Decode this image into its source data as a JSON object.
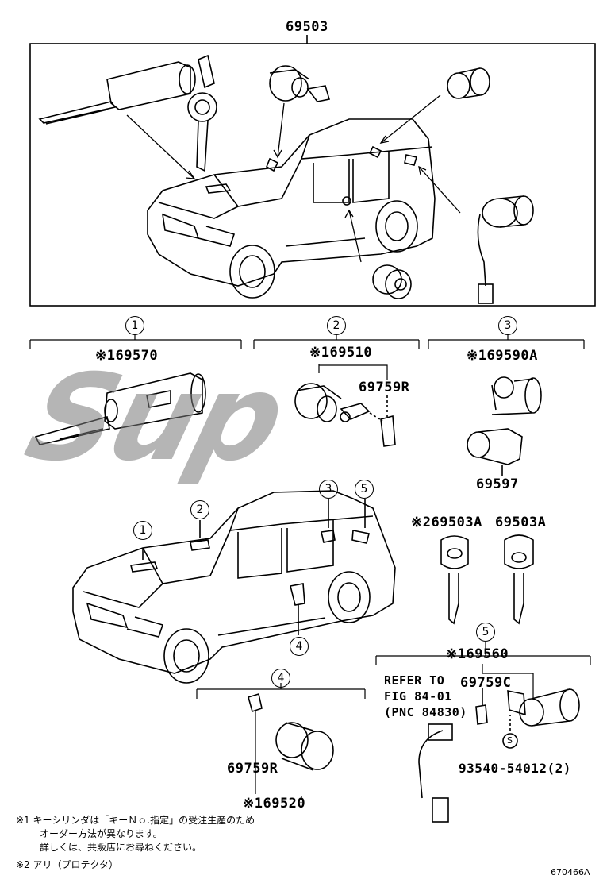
{
  "diagram": {
    "top_part": "69503",
    "sections": [
      {
        "id": "1",
        "part": "※169570"
      },
      {
        "id": "2",
        "part": "※169510",
        "sub": "69759R"
      },
      {
        "id": "3",
        "part": "※169590A",
        "sub": "69597"
      },
      {
        "id": "4",
        "part": "※169520",
        "sub": "69759R"
      },
      {
        "id": "5",
        "part": "※169560",
        "sub": "69759C",
        "bolt": "93540-54012(2)"
      }
    ],
    "keys": {
      "left": "※269503A",
      "right": "69503A"
    },
    "refer": [
      "REFER TO",
      "FIG 84-01",
      "(PNC 84830)"
    ],
    "callouts": [
      "1",
      "2",
      "3",
      "5",
      "4"
    ],
    "bolt_symbol": "S",
    "notes": [
      "※1 キーシリンダは「キーＮｏ.指定」の受注生産のため",
      "オーダー方法が異なります。",
      "詳しくは、共販店にお尋ねください。",
      "※2 アリ（プロテクタ）"
    ],
    "figure_code": "670466A",
    "watermark": "Sup"
  }
}
